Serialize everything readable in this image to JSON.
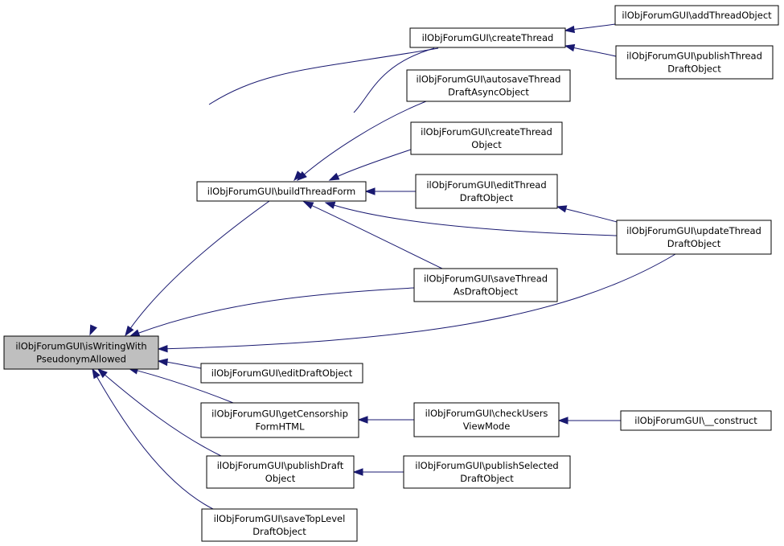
{
  "diagram": {
    "nodes": [
      {
        "id": "iswriting",
        "lines": [
          "ilObjForumGUI\\isWritingWith",
          "PseudonymAllowed"
        ],
        "focus": true
      },
      {
        "id": "createThread",
        "lines": [
          "ilObjForumGUI\\createThread"
        ]
      },
      {
        "id": "addThreadObject",
        "lines": [
          "ilObjForumGUI\\addThreadObject"
        ]
      },
      {
        "id": "publishThreadDraftObject",
        "lines": [
          "ilObjForumGUI\\publishThread",
          "DraftObject"
        ]
      },
      {
        "id": "autosaveThreadDraftAsyncObject",
        "lines": [
          "ilObjForumGUI\\autosaveThread",
          "DraftAsyncObject"
        ]
      },
      {
        "id": "createThreadObject",
        "lines": [
          "ilObjForumGUI\\createThread",
          "Object"
        ]
      },
      {
        "id": "buildThreadForm",
        "lines": [
          "ilObjForumGUI\\buildThreadForm"
        ]
      },
      {
        "id": "editThreadDraftObject",
        "lines": [
          "ilObjForumGUI\\editThread",
          "DraftObject"
        ]
      },
      {
        "id": "updateThreadDraftObject",
        "lines": [
          "ilObjForumGUI\\updateThread",
          "DraftObject"
        ]
      },
      {
        "id": "saveThreadAsDraftObject",
        "lines": [
          "ilObjForumGUI\\saveThread",
          "AsDraftObject"
        ]
      },
      {
        "id": "editDraftObject",
        "lines": [
          "ilObjForumGUI\\editDraftObject"
        ]
      },
      {
        "id": "getCensorshipFormHTML",
        "lines": [
          "ilObjForumGUI\\getCensorship",
          "FormHTML"
        ]
      },
      {
        "id": "checkUsersViewMode",
        "lines": [
          "ilObjForumGUI\\checkUsers",
          "ViewMode"
        ]
      },
      {
        "id": "construct",
        "lines": [
          "ilObjForumGUI\\__construct"
        ]
      },
      {
        "id": "publishDraftObject",
        "lines": [
          "ilObjForumGUI\\publishDraft",
          "Object"
        ]
      },
      {
        "id": "publishSelectedDraftObject",
        "lines": [
          "ilObjForumGUI\\publishSelected",
          "DraftObject"
        ]
      },
      {
        "id": "saveTopLevelDraftObject",
        "lines": [
          "ilObjForumGUI\\saveTopLevel",
          "DraftObject"
        ]
      }
    ],
    "edges": [
      {
        "from": "createThread",
        "to": "iswriting"
      },
      {
        "from": "buildThreadForm",
        "to": "iswriting"
      },
      {
        "from": "saveThreadAsDraftObject",
        "to": "iswriting"
      },
      {
        "from": "updateThreadDraftObject",
        "to": "iswriting"
      },
      {
        "from": "editDraftObject",
        "to": "iswriting"
      },
      {
        "from": "getCensorshipFormHTML",
        "to": "iswriting"
      },
      {
        "from": "publishDraftObject",
        "to": "iswriting"
      },
      {
        "from": "saveTopLevelDraftObject",
        "to": "iswriting"
      },
      {
        "from": "addThreadObject",
        "to": "createThread"
      },
      {
        "from": "publishThreadDraftObject",
        "to": "createThread"
      },
      {
        "from": "createThread",
        "to": "buildThreadForm"
      },
      {
        "from": "autosaveThreadDraftAsyncObject",
        "to": "buildThreadForm"
      },
      {
        "from": "createThreadObject",
        "to": "buildThreadForm"
      },
      {
        "from": "editThreadDraftObject",
        "to": "buildThreadForm"
      },
      {
        "from": "updateThreadDraftObject",
        "to": "buildThreadForm"
      },
      {
        "from": "saveThreadAsDraftObject",
        "to": "buildThreadForm"
      },
      {
        "from": "updateThreadDraftObject",
        "to": "editThreadDraftObject"
      },
      {
        "from": "checkUsersViewMode",
        "to": "getCensorshipFormHTML"
      },
      {
        "from": "construct",
        "to": "checkUsersViewMode"
      },
      {
        "from": "publishSelectedDraftObject",
        "to": "publishDraftObject"
      }
    ]
  }
}
